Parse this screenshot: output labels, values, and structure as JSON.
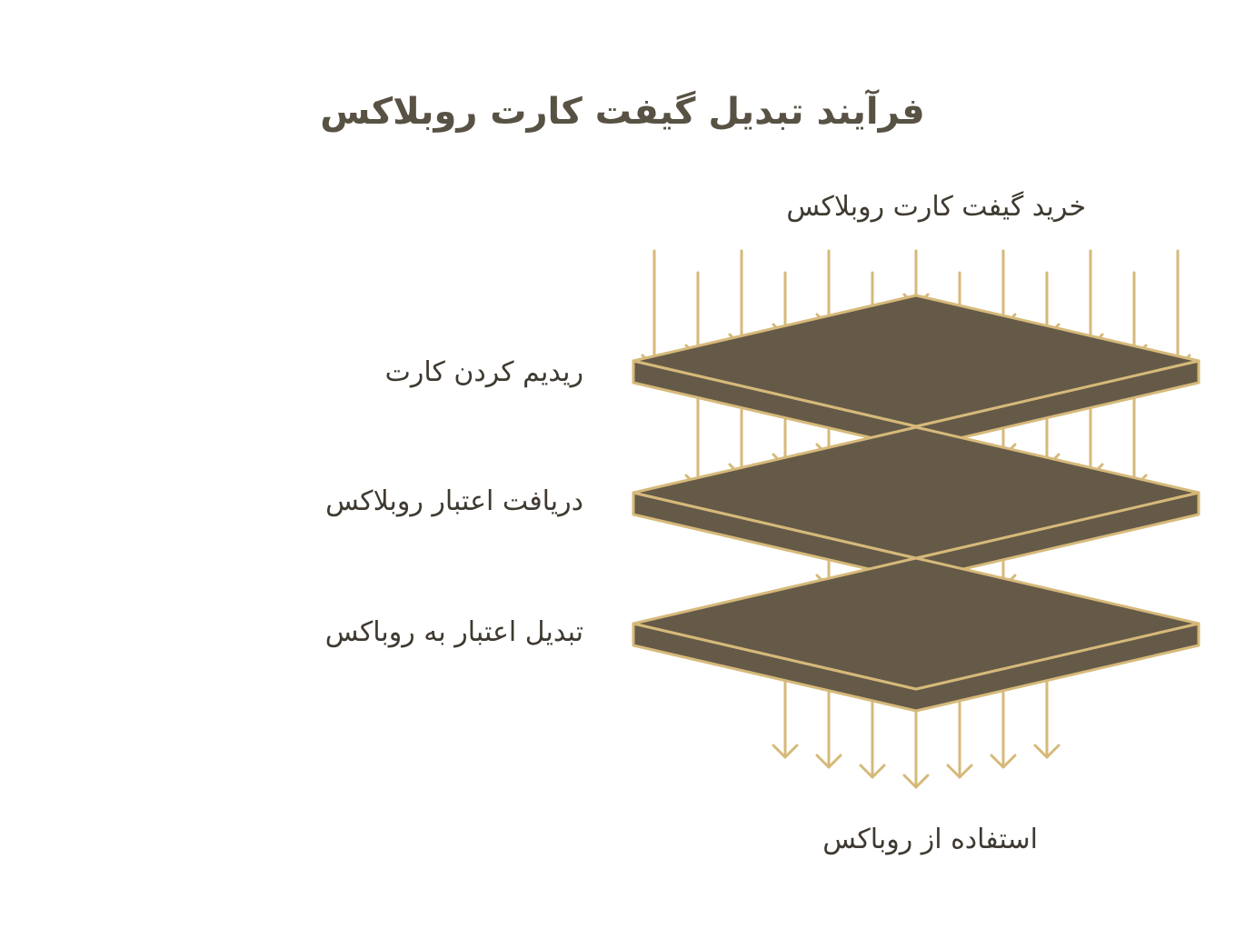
{
  "title": "فرآیند تبدیل گیفت کارت روبلاکس",
  "top_label": "خرید گیفت کارت روبلاکس",
  "layers": [
    {
      "label": "ریدیم کردن کارت"
    },
    {
      "label": "دریافت اعتبار روبلاکس"
    },
    {
      "label": "تبدیل اعتبار به روباکس"
    }
  ],
  "bottom_label": "استفاده از روباکس",
  "colors": {
    "layer_fill": "#655a48",
    "layer_stroke": "#d6b97a",
    "arrow": "#d6b97a",
    "text": "#585244"
  }
}
